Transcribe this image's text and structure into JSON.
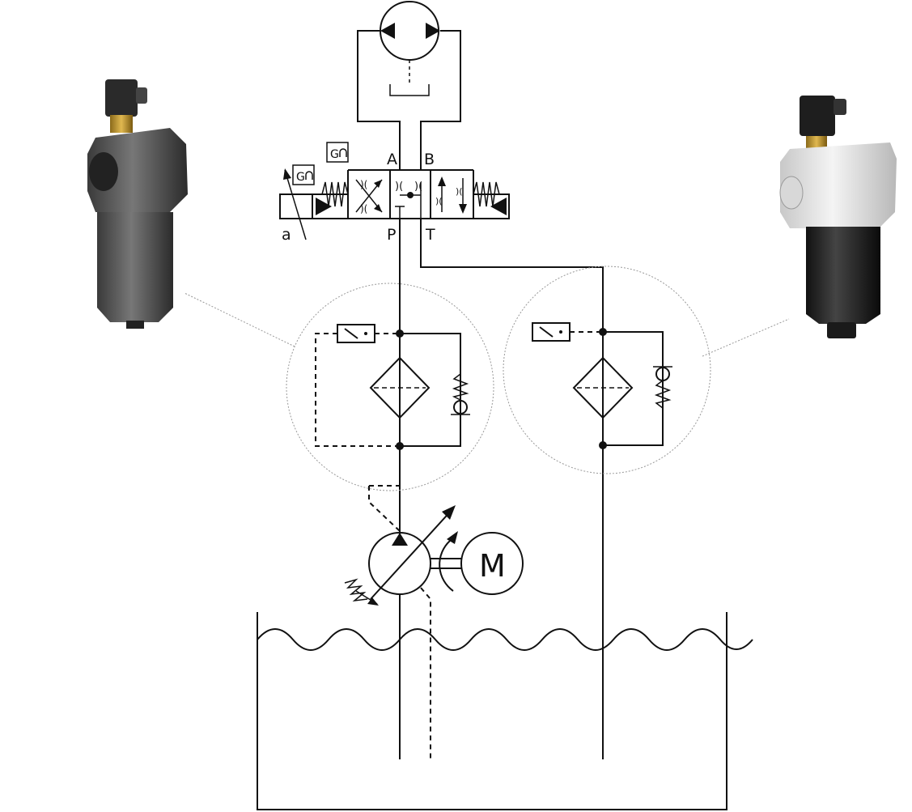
{
  "valve": {
    "port_a": "A",
    "port_b": "B",
    "port_p": "P",
    "port_t": "T",
    "solenoid_label": "a"
  },
  "motor": {
    "label": "M"
  },
  "components": {
    "pressure_filter_photo": "pressure-filter-icon",
    "return_filter_photo": "return-filter-icon"
  }
}
